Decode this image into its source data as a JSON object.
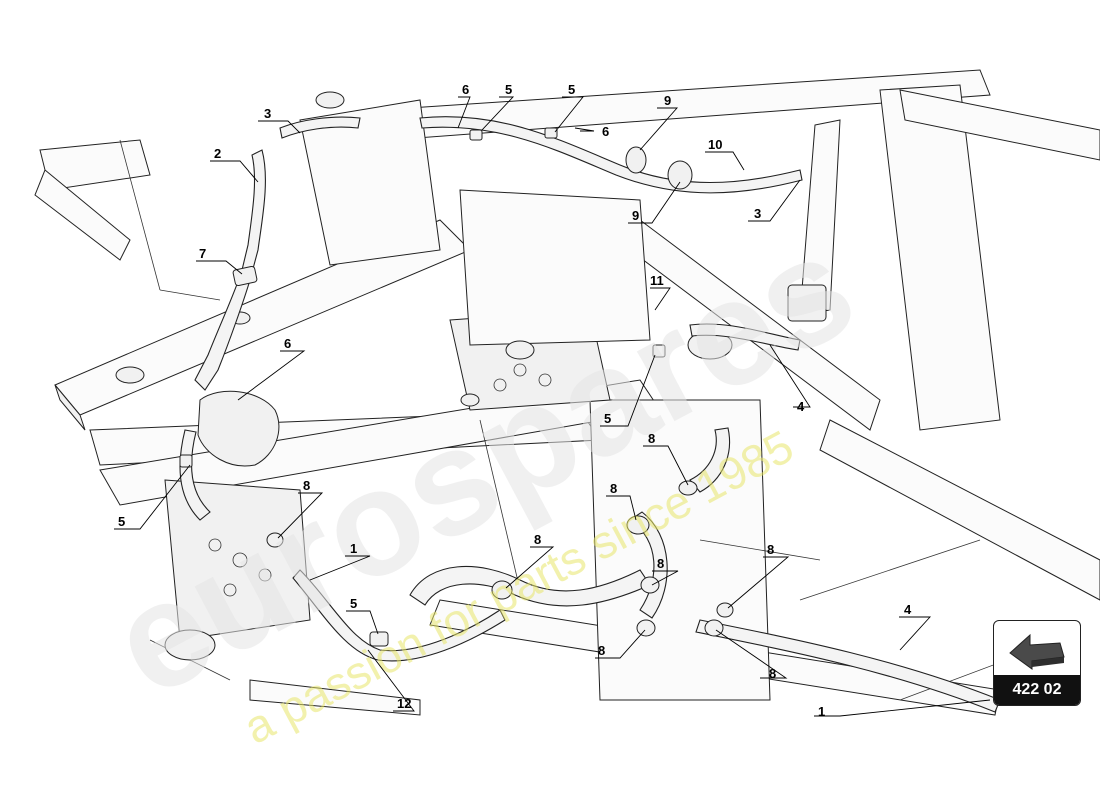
{
  "diagram": {
    "reference_code": "422 02",
    "watermark_brand": "eurospares",
    "watermark_slogan": "a passion for parts since 1985",
    "callouts": [
      {
        "id": "c3a",
        "label": "3"
      },
      {
        "id": "c2",
        "label": "2"
      },
      {
        "id": "c7",
        "label": "7"
      },
      {
        "id": "c6a",
        "label": "6"
      },
      {
        "id": "c5a",
        "label": "5"
      },
      {
        "id": "c5b",
        "label": "5"
      },
      {
        "id": "c6b",
        "label": "6"
      },
      {
        "id": "c9a",
        "label": "9"
      },
      {
        "id": "c10",
        "label": "10"
      },
      {
        "id": "c9b",
        "label": "9"
      },
      {
        "id": "c3b",
        "label": "3"
      },
      {
        "id": "c11",
        "label": "11"
      },
      {
        "id": "c4a",
        "label": "4"
      },
      {
        "id": "c6c",
        "label": "6"
      },
      {
        "id": "c5c",
        "label": "5"
      },
      {
        "id": "c8a",
        "label": "8"
      },
      {
        "id": "c8b",
        "label": "8"
      },
      {
        "id": "c8c",
        "label": "8"
      },
      {
        "id": "c5d",
        "label": "5"
      },
      {
        "id": "c1a",
        "label": "1"
      },
      {
        "id": "c8d",
        "label": "8"
      },
      {
        "id": "c8e",
        "label": "8"
      },
      {
        "id": "c8f",
        "label": "8"
      },
      {
        "id": "c5e",
        "label": "5"
      },
      {
        "id": "c8g",
        "label": "8"
      },
      {
        "id": "c8h",
        "label": "8"
      },
      {
        "id": "c12",
        "label": "12"
      },
      {
        "id": "c4b",
        "label": "4"
      },
      {
        "id": "c1b",
        "label": "1"
      }
    ]
  }
}
